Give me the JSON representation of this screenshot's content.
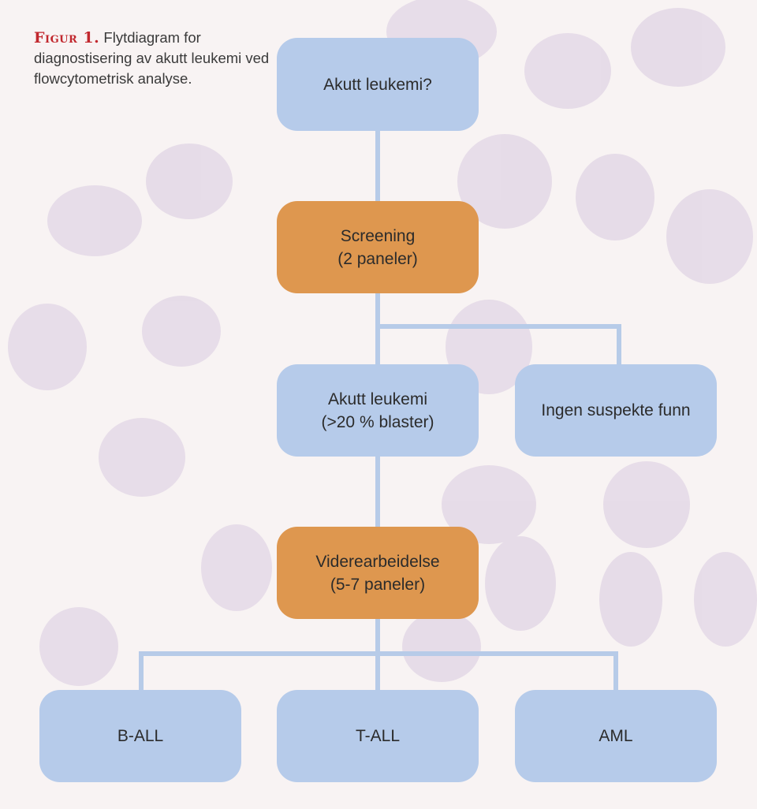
{
  "colors": {
    "background": "#f8f3f3",
    "primary_node": "#b6cbea",
    "process_node": "#de974f",
    "connector": "#b7cbe8",
    "caption_label": "#c1272d",
    "text": "#2b2b2b"
  },
  "caption": {
    "label": "Figur 1.",
    "text": "Flytdiagram for diagnostisering av akutt leukemi ved flowcytometrisk analyse."
  },
  "nodes": {
    "start": {
      "line1": "Akutt leukemi?",
      "type": "primary"
    },
    "screening": {
      "line1": "Screening",
      "line2": "(2 paneler)",
      "type": "process"
    },
    "acute": {
      "line1": "Akutt leukemi",
      "line2": "(>20 % blaster)",
      "type": "primary"
    },
    "none": {
      "line1": "Ingen suspekte funn",
      "type": "primary"
    },
    "further": {
      "line1": "Viderearbeidelse",
      "line2": "(5-7 paneler)",
      "type": "process"
    },
    "ball": {
      "line1": "B-ALL",
      "type": "primary"
    },
    "tall": {
      "line1": "T-ALL",
      "type": "primary"
    },
    "aml": {
      "line1": "AML",
      "type": "primary"
    }
  },
  "edges": [
    [
      "start",
      "screening"
    ],
    [
      "screening",
      "acute"
    ],
    [
      "screening",
      "none"
    ],
    [
      "acute",
      "further"
    ],
    [
      "further",
      "ball"
    ],
    [
      "further",
      "tall"
    ],
    [
      "further",
      "aml"
    ]
  ]
}
